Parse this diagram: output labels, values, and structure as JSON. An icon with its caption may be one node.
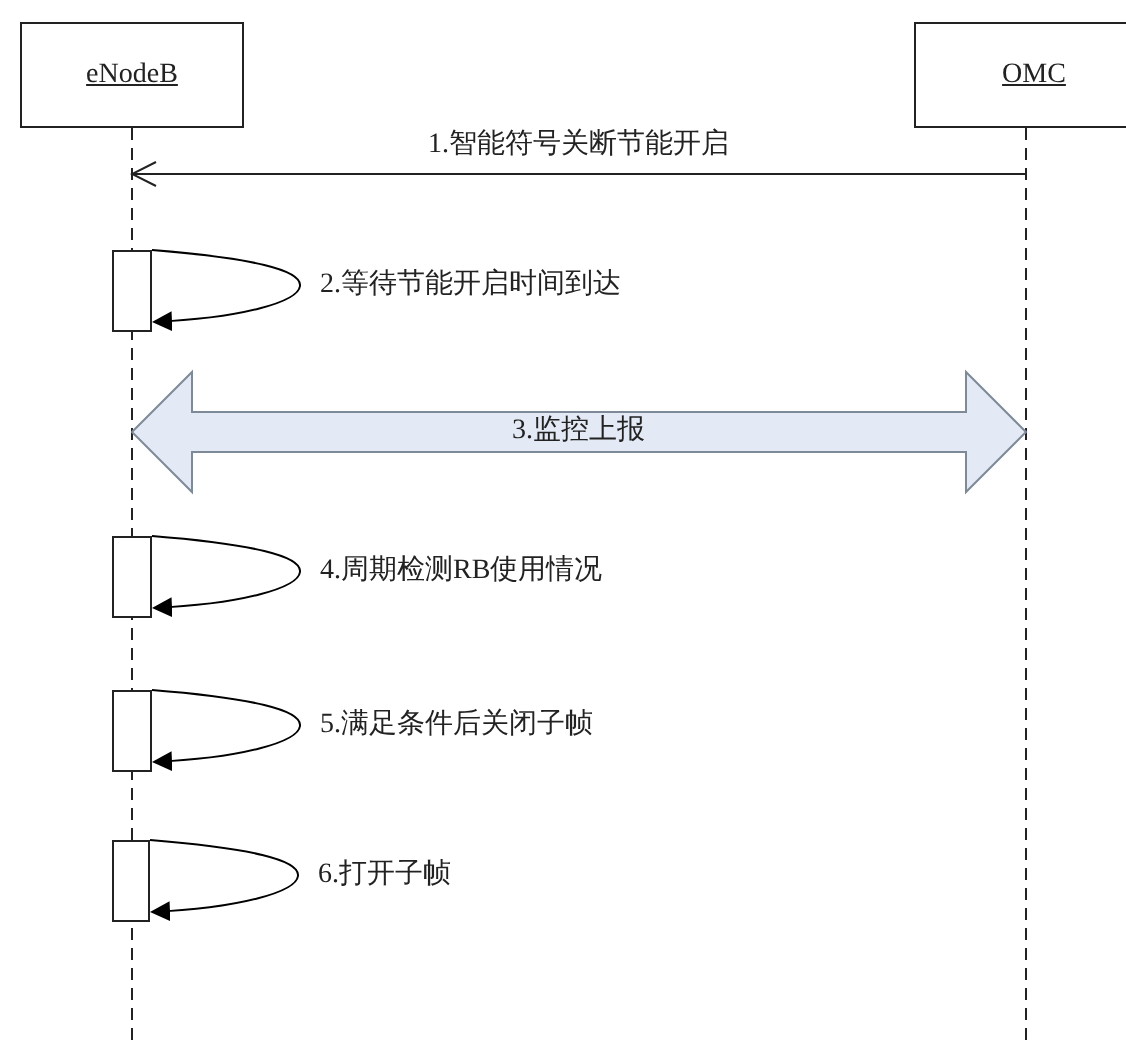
{
  "diagram": {
    "nodes": [
      {
        "text": [
          "eNodeB"
        ]
      },
      {
        "text": [
          "OMC"
        ]
      },
      {
        "text": [],
        "shape": "box"
      },
      {
        "text": [],
        "shape": "box"
      },
      {
        "text": [],
        "shape": "box"
      },
      {
        "text": [],
        "shape": "box"
      }
    ],
    "edges": [
      {
        "from": 1,
        "to": 0,
        "arrow": "to",
        "label": "1.智能符号关断节能开启"
      },
      {
        "from": 2,
        "to": 2,
        "arrow": "to",
        "label": "2.等待节能开启时间到达"
      },
      {
        "from": 0,
        "to": 1,
        "arrow": "both",
        "label": "3.监控上报",
        "style": "thick",
        "color": "#e3eaf5"
      },
      {
        "from": 3,
        "to": 3,
        "arrow": "to",
        "label": "4.周期检测RB使用情况"
      },
      {
        "from": 4,
        "to": 4,
        "arrow": "to",
        "label": "5.满足条件后关闭子帧"
      },
      {
        "from": 5,
        "to": 5,
        "arrow": "to",
        "label": "6.打开子帧"
      }
    ]
  }
}
